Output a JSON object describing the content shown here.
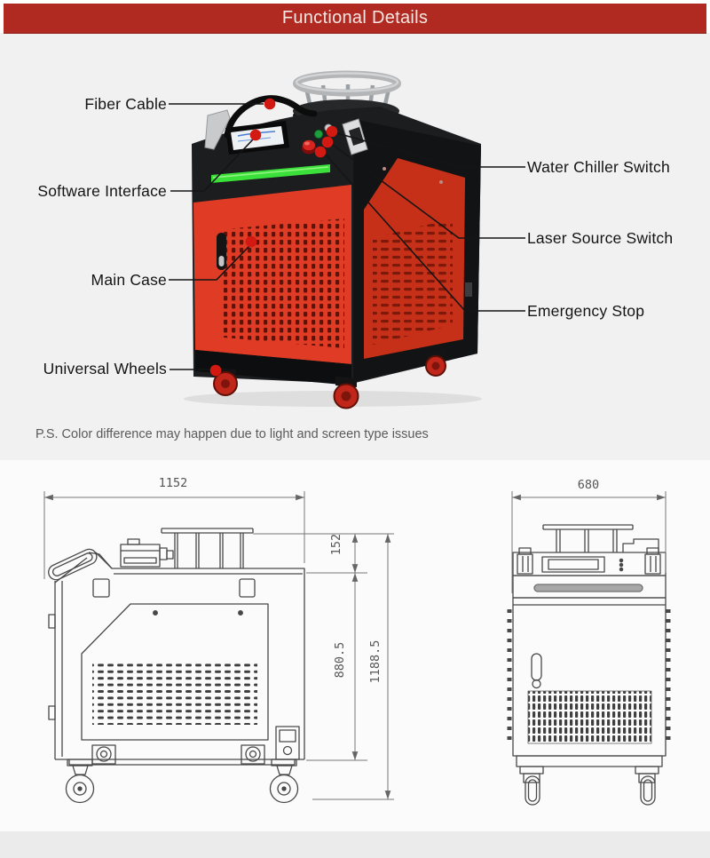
{
  "header": {
    "title": "Functional Details"
  },
  "note": "P.S. Color difference may happen due to light and screen type issues",
  "callouts": {
    "left": [
      {
        "label": "Fiber Cable"
      },
      {
        "label": "Software Interface"
      },
      {
        "label": "Main Case"
      },
      {
        "label": "Universal Wheels"
      }
    ],
    "right": [
      {
        "label": "Water Chiller Switch"
      },
      {
        "label": "Laser Source Switch"
      },
      {
        "label": "Emergency Stop"
      }
    ]
  },
  "dimensions": {
    "side_view": {
      "width": "1152",
      "top_section_height": "152",
      "body_height": "880.5",
      "total_height": "1188.5"
    },
    "front_view": {
      "width": "680"
    }
  },
  "colors": {
    "header_bg": "#b02a22",
    "machine_red": "#e03b25",
    "side_panel_red": "#c63018",
    "accent_green": "#3ce03a",
    "callout_marker_red": "#d21a12",
    "drawing_line": "#484848"
  }
}
